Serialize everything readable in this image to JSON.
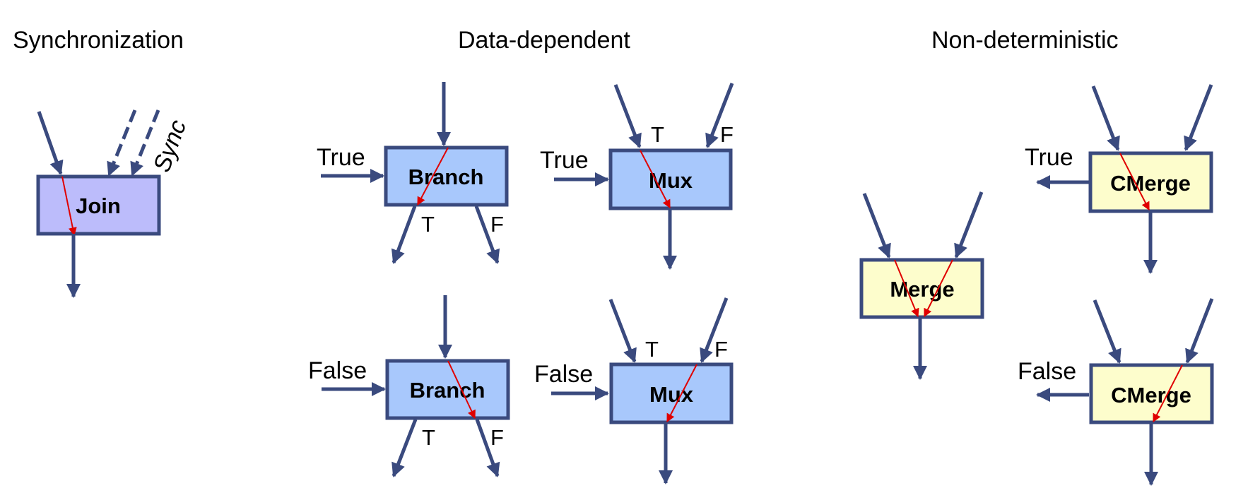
{
  "titles": {
    "synchronization": "Synchronization",
    "data_dependent": "Data-dependent",
    "non_deterministic": "Non-deterministic"
  },
  "join": {
    "label": "Join",
    "sync_label": "Sync"
  },
  "branch_true": {
    "label": "Branch",
    "control": "True",
    "out_t": "T",
    "out_f": "F"
  },
  "branch_false": {
    "label": "Branch",
    "control": "False",
    "out_t": "T",
    "out_f": "F"
  },
  "mux_true": {
    "label": "Mux",
    "control": "True",
    "in_t": "T",
    "in_f": "F"
  },
  "mux_false": {
    "label": "Mux",
    "control": "False",
    "in_t": "T",
    "in_f": "F"
  },
  "merge": {
    "label": "Merge"
  },
  "cmerge_true": {
    "label": "CMerge",
    "control": "True"
  },
  "cmerge_false": {
    "label": "CMerge",
    "control": "False"
  },
  "colors": {
    "wire": "#3a4a7e",
    "token_path": "#e00000",
    "join_fill": "#bcbcfb",
    "branch_mux_fill": "#a8c8fc",
    "merge_fill": "#fdfdcc"
  }
}
